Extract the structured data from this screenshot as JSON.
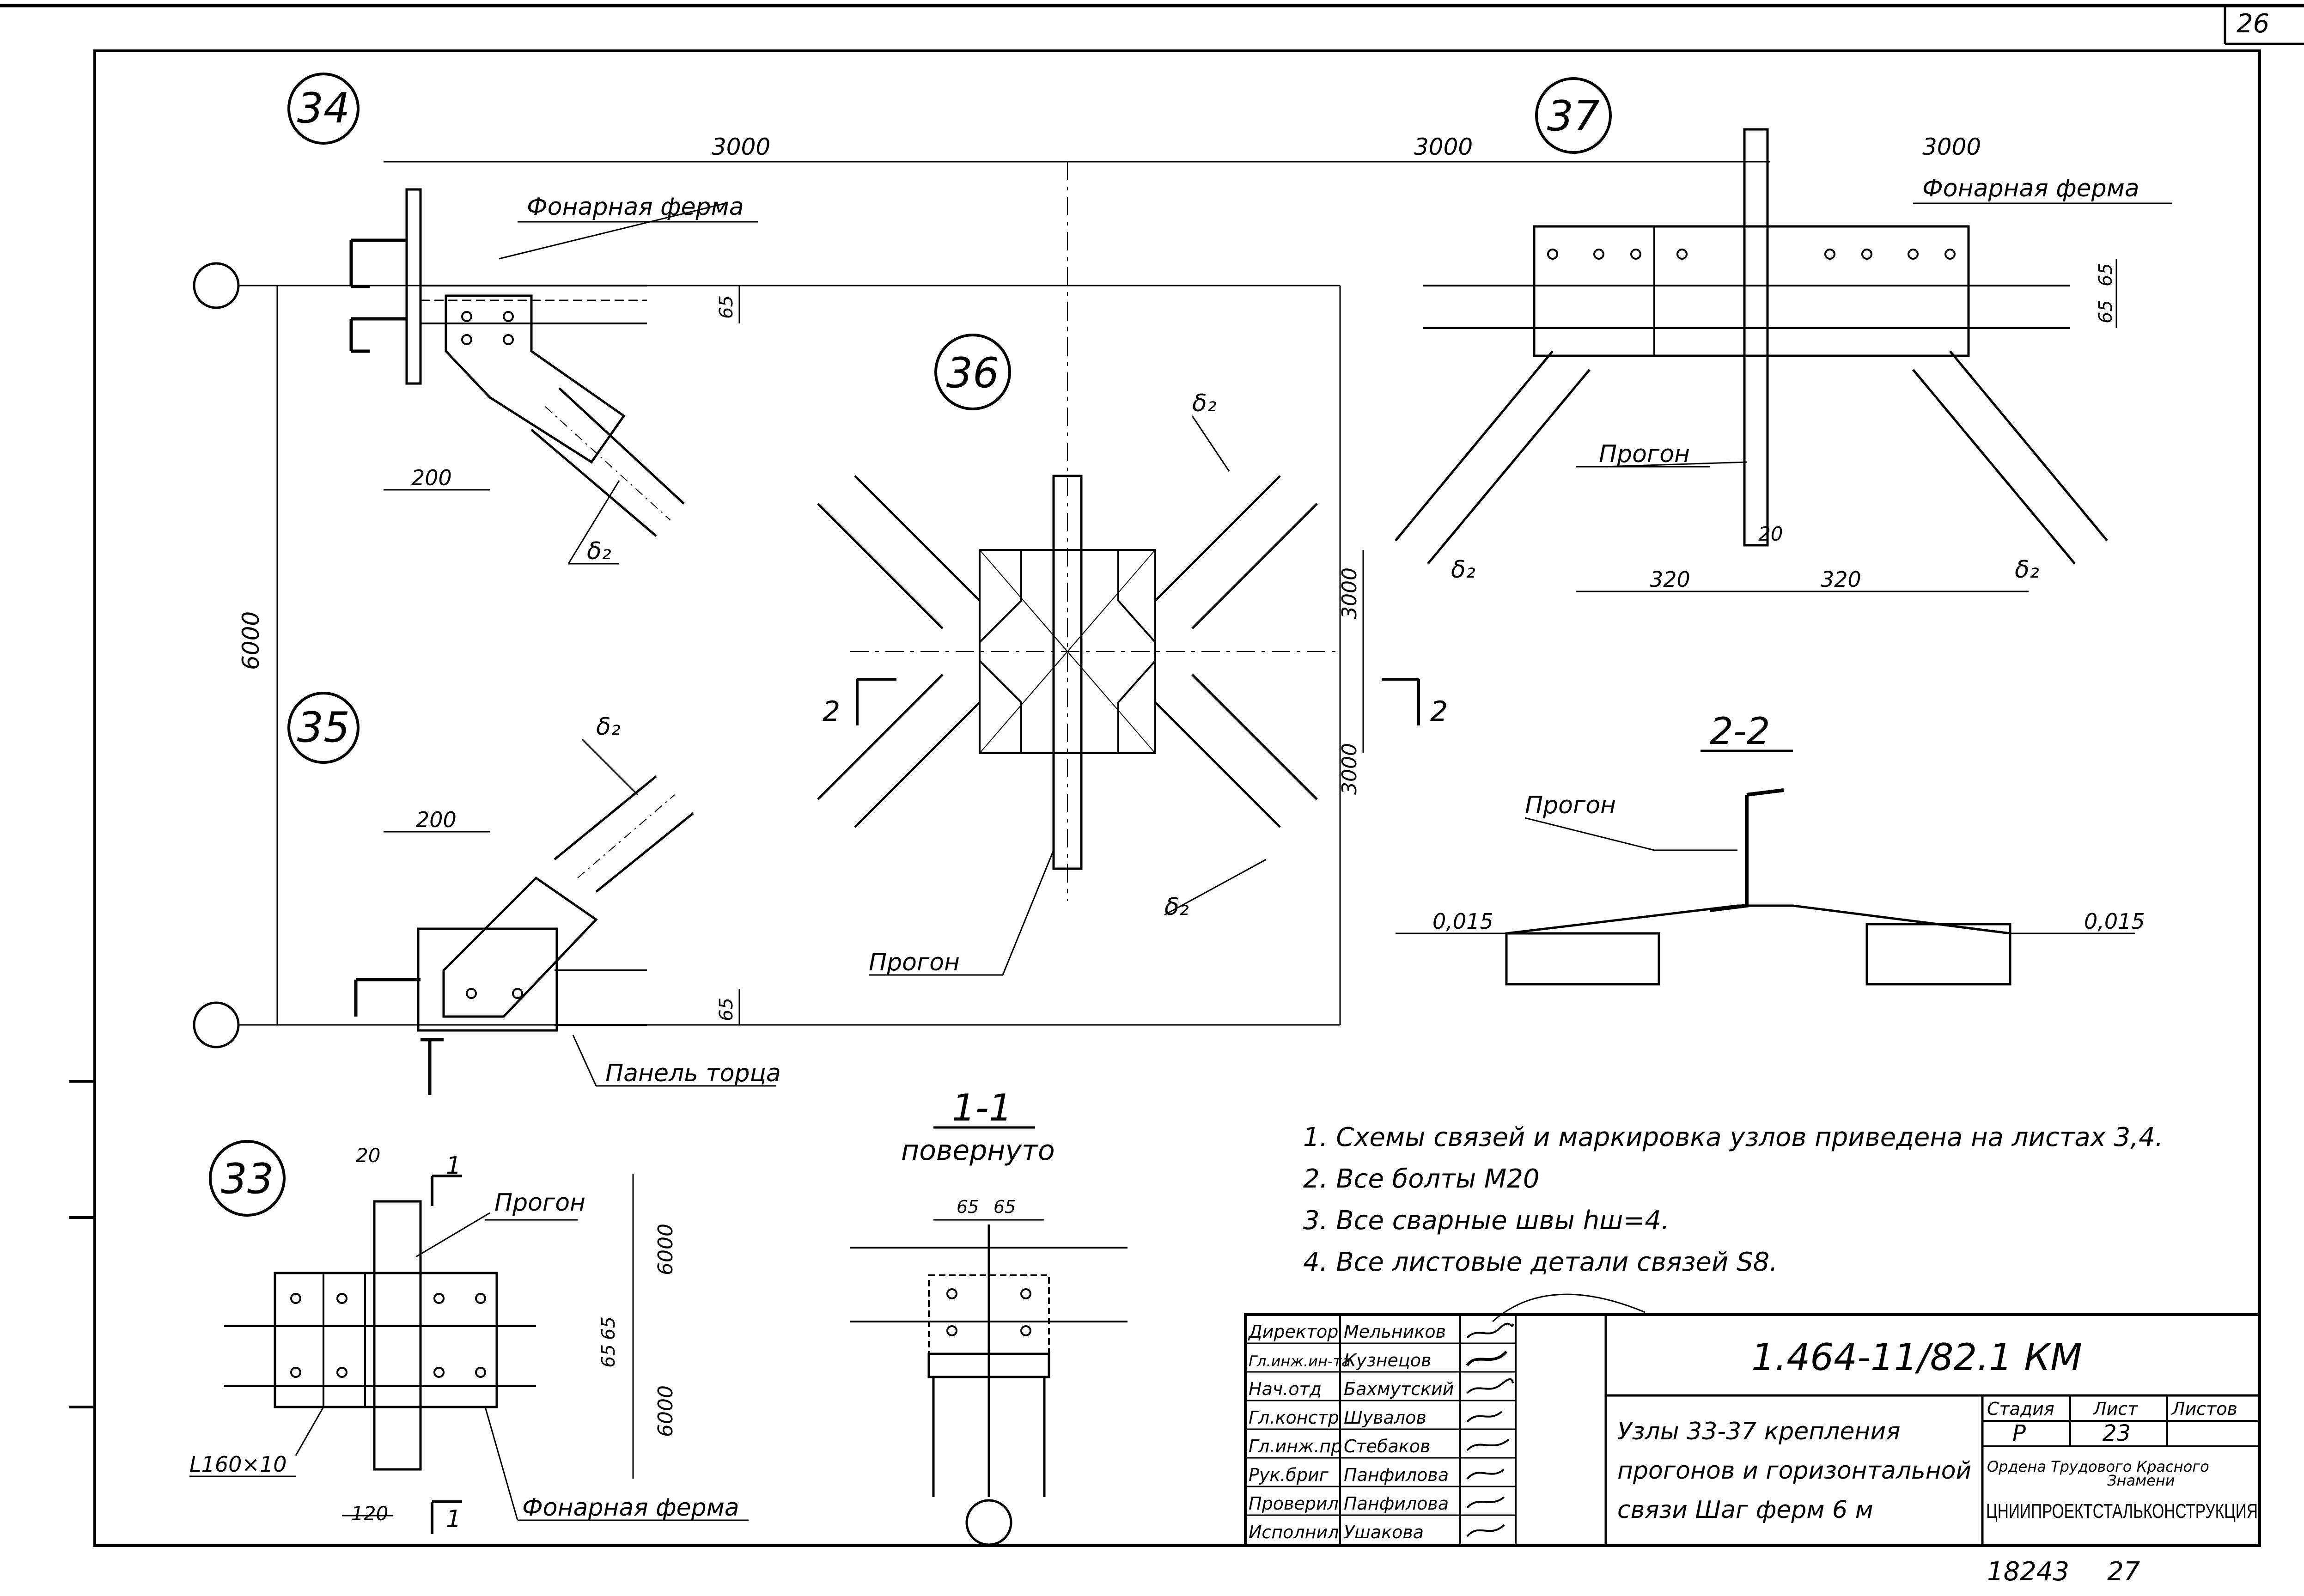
{
  "sheet": {
    "corner_number": "26",
    "bottom_code": "18243",
    "bottom_page": "27"
  },
  "nodes": {
    "n33": "33",
    "n34": "34",
    "n35": "35",
    "n36": "36",
    "n37": "37"
  },
  "labels": {
    "fonarnaya_ferma": "Фонарная ферма",
    "progon": "Прогон",
    "panel_torca": "Панель торца",
    "delta2": "δ₂",
    "angle": "L160×10",
    "section_11": "1-1",
    "section_11_sub": "повернуто",
    "section_22": "2-2",
    "cut_2": "2",
    "cut_1": "1",
    "slope": "0,015"
  },
  "dims": {
    "d3000": "3000",
    "d6000": "6000",
    "d200": "200",
    "d65": "65",
    "d20": "20",
    "d320": "320",
    "d120": "120"
  },
  "notes": [
    "1.  Схемы связей и маркировка узлов  приведена на листах 3,4.",
    "2.  Все  болты  М20",
    "3.  Все  сварные  швы  hш=4.",
    "4.  Все  листовые  детали  связей S8."
  ],
  "title_block": {
    "code": "1.464-11/82.1 КМ",
    "title": [
      "Узлы 33-37 крепления",
      "прогонов и горизонтальной",
      "связи Шаг ферм 6 м"
    ],
    "stage_header": "Стадия",
    "sheet_header": "Лист",
    "sheets_header": "Листов",
    "stage": "Р",
    "sheet": "23",
    "sheets": "",
    "org_line1": "Ордена Трудового Красного",
    "org_line2": "Знамени",
    "org_line3": "ЦНИИПРОЕКТСТАЛЬКОНСТРУКЦИЯ",
    "staff": [
      {
        "role": "Директор",
        "name": "Мельников"
      },
      {
        "role": "Гл.инж.ин-та",
        "name": "Кузнецов"
      },
      {
        "role": "Нач.отд",
        "name": "Бахмутский"
      },
      {
        "role": "Гл.констр",
        "name": "Шувалов"
      },
      {
        "role": "Гл.инж.пр",
        "name": "Стебаков"
      },
      {
        "role": "Рук.бриг",
        "name": "Панфилова"
      },
      {
        "role": "Проверил",
        "name": "Панфилова"
      },
      {
        "role": "Исполнил",
        "name": "Ушакова"
      }
    ]
  }
}
